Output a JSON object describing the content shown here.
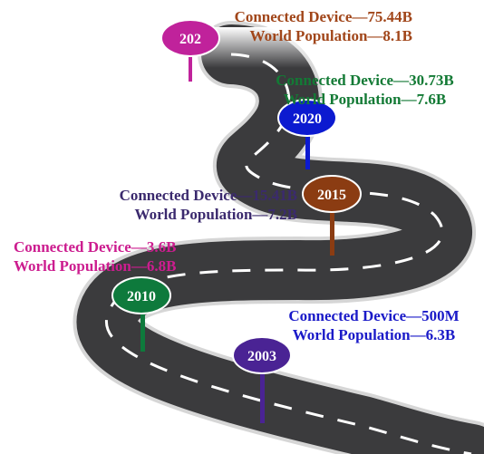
{
  "milestones": [
    {
      "year": "202",
      "color": "#c0229b",
      "device": "Connected Device—75.44B",
      "population": "World Population—8.1B"
    },
    {
      "year": "2020",
      "color": "#0c1ad0",
      "device": "Connected Device—30.73B",
      "population": "World Population—7.6B"
    },
    {
      "year": "2015",
      "color": "#8b3c12",
      "device": "Connected Device—15.41B",
      "population": "World Population—7.2B"
    },
    {
      "year": "2010",
      "color": "#0e7a3c",
      "device": "Connected Device—3.6B",
      "population": "World Population—6.8B"
    },
    {
      "year": "2003",
      "color": "#4a2394",
      "device": "Connected Device—500M",
      "population": "World Population—6.3B"
    }
  ],
  "label_colors": {
    "m2025": "#a1461a",
    "m2020": "#137a35",
    "m2015": "#3b2a6e",
    "m2010": "#cc1d8f",
    "m2003": "#1a1ac8"
  },
  "road_colors": {
    "asphalt": "#3b3b3d",
    "edge": "#d9d9d9",
    "dash": "#ffffff"
  }
}
